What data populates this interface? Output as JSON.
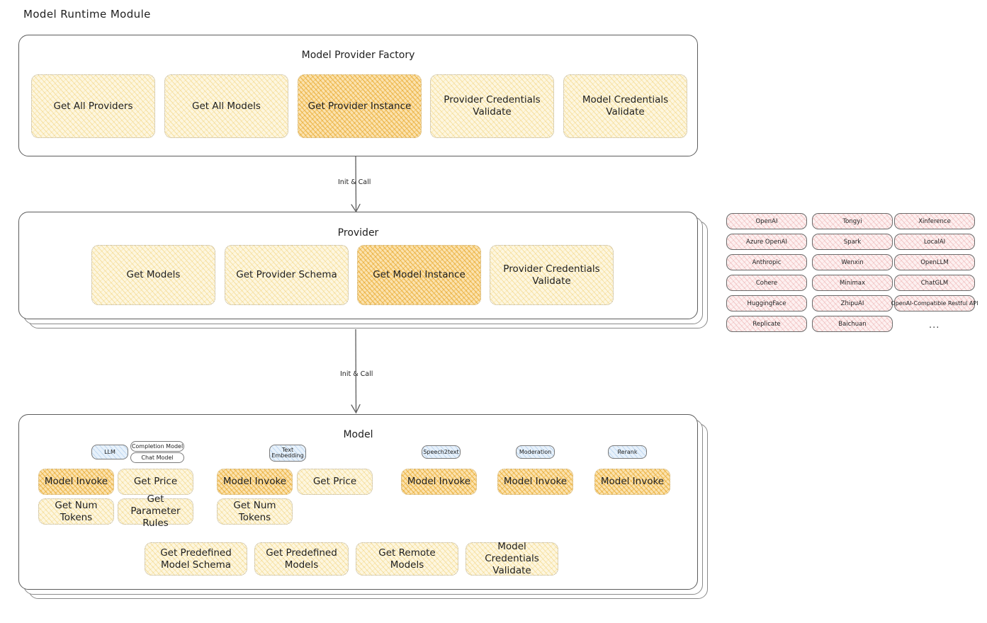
{
  "page": {
    "title": "Model Runtime Module"
  },
  "factory": {
    "label": "Model Provider Factory",
    "methods": [
      {
        "label": "Get All Providers",
        "highlight": false
      },
      {
        "label": "Get All Models",
        "highlight": false
      },
      {
        "label": "Get Provider Instance",
        "highlight": true
      },
      {
        "label": "Provider Credentials Validate",
        "highlight": false
      },
      {
        "label": "Model Credentials Validate",
        "highlight": false
      }
    ]
  },
  "arrows": [
    {
      "label": "Init & Call"
    },
    {
      "label": "Init & Call"
    }
  ],
  "provider": {
    "label": "Provider",
    "methods": [
      {
        "label": "Get Models",
        "highlight": false
      },
      {
        "label": "Get Provider Schema",
        "highlight": false
      },
      {
        "label": "Get Model Instance",
        "highlight": true
      },
      {
        "label": "Provider Credentials Validate",
        "highlight": false
      }
    ]
  },
  "provider_list": {
    "columns": [
      [
        "OpenAI",
        "Azure OpenAI",
        "Anthropic",
        "Cohere",
        "HuggingFace",
        "Replicate"
      ],
      [
        "Tongyi",
        "Spark",
        "Wenxin",
        "Minimax",
        "ZhipuAI",
        "Baichuan"
      ],
      [
        "Xinference",
        "LocalAI",
        "OpenLLM",
        "ChatGLM",
        "OpenAI-Compatible Restful API"
      ]
    ],
    "more": "..."
  },
  "model": {
    "label": "Model",
    "more": "...",
    "types": [
      {
        "tag": "LLM",
        "subtags": [
          "Completion Model",
          "Chat Model"
        ],
        "methods": [
          {
            "label": "Model Invoke",
            "highlight": true
          },
          {
            "label": "Get Price",
            "highlight": false
          },
          {
            "label": "Get Num Tokens",
            "highlight": false
          },
          {
            "label": "Get Parameter Rules",
            "highlight": false
          }
        ]
      },
      {
        "tag": "Text Embedding",
        "subtags": [],
        "methods": [
          {
            "label": "Model Invoke",
            "highlight": true
          },
          {
            "label": "Get Price",
            "highlight": false
          },
          {
            "label": "Get Num Tokens",
            "highlight": false
          }
        ]
      },
      {
        "tag": "Speech2text",
        "subtags": [],
        "methods": [
          {
            "label": "Model Invoke",
            "highlight": true
          }
        ]
      },
      {
        "tag": "Moderation",
        "subtags": [],
        "methods": [
          {
            "label": "Model Invoke",
            "highlight": true
          }
        ]
      },
      {
        "tag": "Rerank",
        "subtags": [],
        "methods": [
          {
            "label": "Model Invoke",
            "highlight": true
          }
        ]
      }
    ],
    "common_methods": [
      "Get Predefined Model Schema",
      "Get Predefined Models",
      "Get Remote Models",
      "Model Credentials Validate"
    ]
  }
}
